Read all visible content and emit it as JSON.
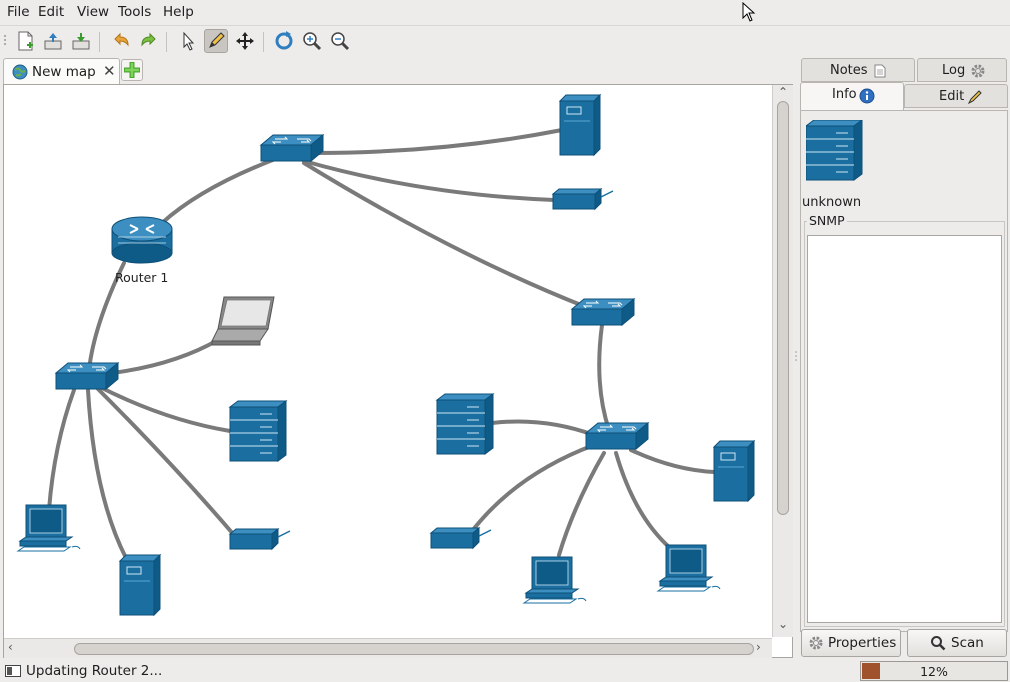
{
  "menu": {
    "file": "File",
    "edit": "Edit",
    "view": "View",
    "tools": "Tools",
    "help": "Help"
  },
  "toolbar": {
    "icons": [
      "grip-icon",
      "new-map-icon",
      "open-icon",
      "save-icon",
      "undo-icon",
      "redo-icon",
      "pointer-icon",
      "pencil-icon",
      "move-icon",
      "refresh-icon",
      "zoom-in-icon",
      "zoom-out-icon"
    ],
    "active_tool": "pencil-icon"
  },
  "tabs": [
    {
      "label": "New map"
    }
  ],
  "map": {
    "router_label": "Router 1",
    "link_color": "#7a7a7a",
    "device_color": "#1a6fa0"
  },
  "panel": {
    "tabs": {
      "notes": "Notes",
      "log": "Log",
      "info": "Info",
      "edit": "Edit"
    },
    "selected_tab": "Info",
    "device_name": "unknown",
    "snmp_label": "SNMP",
    "snmp_content": "",
    "properties_label": "Properties",
    "scan_label": "Scan"
  },
  "status": {
    "text": "Updating Router 2...",
    "progress_text": "12%",
    "progress_value": 0.12,
    "progress_color": "#a0522d"
  }
}
